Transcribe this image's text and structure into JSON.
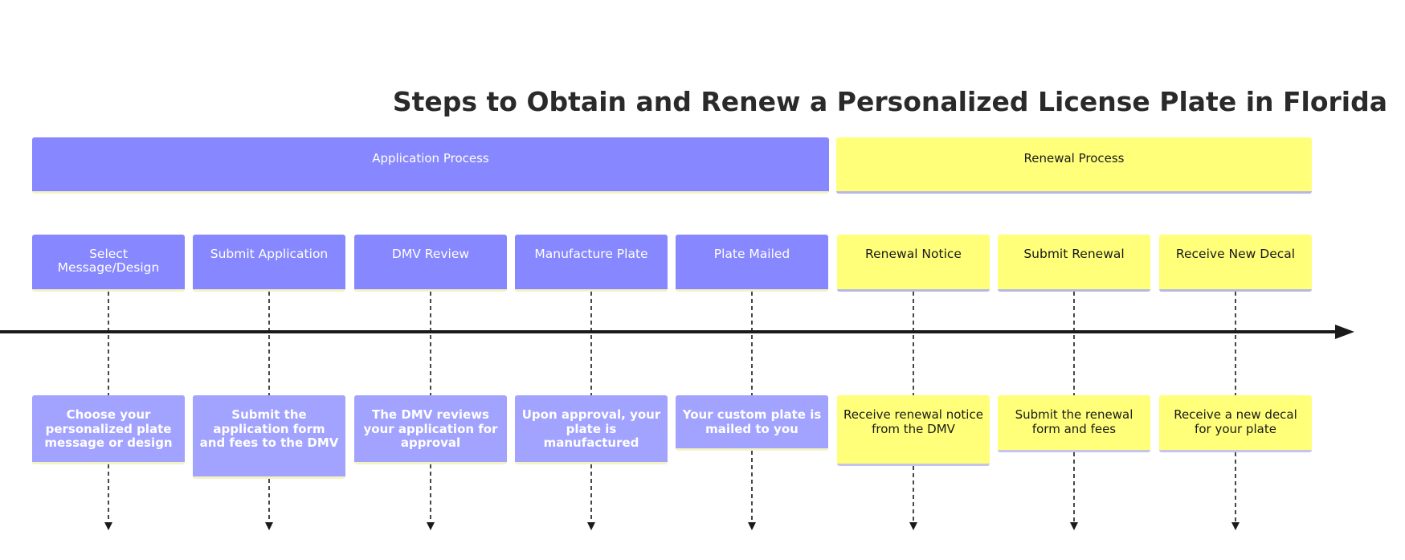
{
  "title": "Steps to Obtain and Renew a Personalized License Plate in Florida",
  "colors": {
    "blue": "#8787ff",
    "blue_light": "#a2a2ff",
    "yellow": "#ffff7a",
    "axis": "#1a1a1a"
  },
  "sections": [
    {
      "label": "Application Process",
      "color": "blue"
    },
    {
      "label": "Renewal Process",
      "color": "yellow"
    }
  ],
  "steps": [
    {
      "period": "Select\nMessage/Design",
      "event": "Choose your personalized plate message or design",
      "section": 0
    },
    {
      "period": "Submit Application",
      "event": "Submit the application form and fees to the DMV",
      "section": 0
    },
    {
      "period": "DMV Review",
      "event": "The DMV reviews your application for approval",
      "section": 0
    },
    {
      "period": "Manufacture Plate",
      "event": "Upon approval, your plate is manufactured",
      "section": 0
    },
    {
      "period": "Plate Mailed",
      "event": "Your custom plate is mailed to you",
      "section": 0
    },
    {
      "period": "Renewal Notice",
      "event": "Receive renewal notice from the DMV",
      "section": 1
    },
    {
      "period": "Submit Renewal",
      "event": "Submit the renewal form and fees",
      "section": 1
    },
    {
      "period": "Receive New Decal",
      "event": "Receive a new decal for your plate",
      "section": 1
    }
  ]
}
